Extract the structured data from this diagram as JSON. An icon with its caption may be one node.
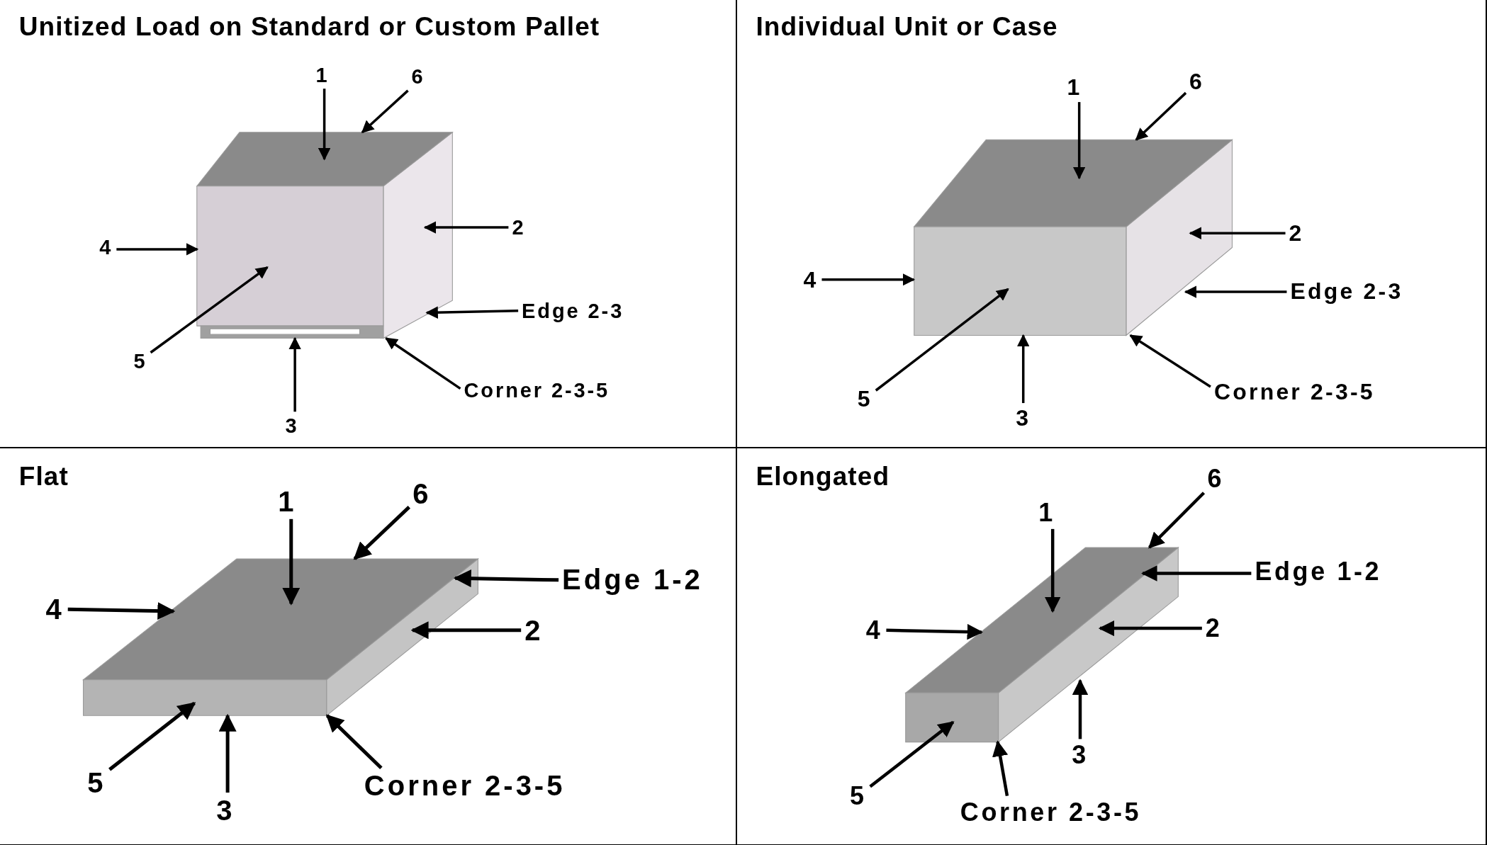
{
  "diagram": {
    "nodes": [
      {
        "text": [
          "Unitized Load on Standard or Custom Pallet"
        ]
      },
      {
        "text": [],
        "shape": "box",
        "in": 0
      },
      {
        "text": [
          "1"
        ],
        "in": 0
      },
      {
        "text": [
          "6"
        ],
        "in": 0
      },
      {
        "text": [
          "4"
        ],
        "in": 0
      },
      {
        "text": [
          "2"
        ],
        "in": 0
      },
      {
        "text": [
          "Edge 2-3"
        ],
        "in": 0
      },
      {
        "text": [
          "5"
        ],
        "in": 0
      },
      {
        "text": [
          "Corner 2-3-5"
        ],
        "in": 0
      },
      {
        "text": [
          "3"
        ],
        "in": 0
      },
      {
        "text": [
          "Individual Unit or Case"
        ]
      },
      {
        "text": [],
        "shape": "box",
        "in": 10
      },
      {
        "text": [
          "1"
        ],
        "in": 10
      },
      {
        "text": [
          "6"
        ],
        "in": 10
      },
      {
        "text": [
          "2"
        ],
        "in": 10
      },
      {
        "text": [
          "4"
        ],
        "in": 10
      },
      {
        "text": [
          "Edge 2-3"
        ],
        "in": 10
      },
      {
        "text": [
          "5"
        ],
        "in": 10
      },
      {
        "text": [
          "Corner 2-3-5"
        ],
        "in": 10
      },
      {
        "text": [
          "3"
        ],
        "in": 10
      },
      {
        "text": [
          "Flat"
        ]
      },
      {
        "text": [],
        "shape": "box",
        "in": 20
      },
      {
        "text": [
          "1"
        ],
        "in": 20
      },
      {
        "text": [
          "6"
        ],
        "in": 20
      },
      {
        "text": [
          "4"
        ],
        "in": 20
      },
      {
        "text": [
          "Edge 1-2"
        ],
        "in": 20
      },
      {
        "text": [
          "2"
        ],
        "in": 20
      },
      {
        "text": [
          "5"
        ],
        "in": 20
      },
      {
        "text": [
          "Corner 2-3-5"
        ],
        "in": 20
      },
      {
        "text": [
          "3"
        ],
        "in": 20
      },
      {
        "text": [
          "Elongated"
        ]
      },
      {
        "text": [],
        "shape": "box",
        "in": 30
      },
      {
        "text": [
          "6"
        ],
        "in": 30
      },
      {
        "text": [
          "1"
        ],
        "in": 30
      },
      {
        "text": [
          "Edge 1-2"
        ],
        "in": 30
      },
      {
        "text": [
          "4"
        ],
        "in": 30
      },
      {
        "text": [
          "2"
        ],
        "in": 30
      },
      {
        "text": [
          "3"
        ],
        "in": 30
      },
      {
        "text": [
          "5"
        ],
        "in": 30
      },
      {
        "text": [
          "Corner 2-3-5"
        ],
        "in": 30
      }
    ],
    "edges": [
      {
        "from": 2,
        "to": 1,
        "arrow": "to"
      },
      {
        "from": 3,
        "to": 1,
        "arrow": "to"
      },
      {
        "from": 4,
        "to": 1,
        "arrow": "to"
      },
      {
        "from": 5,
        "to": 1,
        "arrow": "to"
      },
      {
        "from": 6,
        "to": 1,
        "arrow": "to"
      },
      {
        "from": 7,
        "to": 1,
        "arrow": "to"
      },
      {
        "from": 8,
        "to": 1,
        "arrow": "to"
      },
      {
        "from": 9,
        "to": 1,
        "arrow": "to"
      },
      {
        "from": 12,
        "to": 11,
        "arrow": "to"
      },
      {
        "from": 13,
        "to": 11,
        "arrow": "to"
      },
      {
        "from": 14,
        "to": 11,
        "arrow": "to"
      },
      {
        "from": 15,
        "to": 11,
        "arrow": "to"
      },
      {
        "from": 16,
        "to": 11,
        "arrow": "to"
      },
      {
        "from": 17,
        "to": 11,
        "arrow": "to"
      },
      {
        "from": 18,
        "to": 11,
        "arrow": "to"
      },
      {
        "from": 19,
        "to": 11,
        "arrow": "to"
      },
      {
        "from": 22,
        "to": 21,
        "arrow": "to"
      },
      {
        "from": 23,
        "to": 21,
        "arrow": "to"
      },
      {
        "from": 24,
        "to": 21,
        "arrow": "to"
      },
      {
        "from": 25,
        "to": 21,
        "arrow": "to"
      },
      {
        "from": 26,
        "to": 21,
        "arrow": "to"
      },
      {
        "from": 27,
        "to": 21,
        "arrow": "to"
      },
      {
        "from": 28,
        "to": 21,
        "arrow": "to"
      },
      {
        "from": 29,
        "to": 21,
        "arrow": "to"
      },
      {
        "from": 32,
        "to": 31,
        "arrow": "to"
      },
      {
        "from": 33,
        "to": 31,
        "arrow": "to"
      },
      {
        "from": 34,
        "to": 31,
        "arrow": "to"
      },
      {
        "from": 35,
        "to": 31,
        "arrow": "to"
      },
      {
        "from": 36,
        "to": 31,
        "arrow": "to"
      },
      {
        "from": 37,
        "to": 31,
        "arrow": "to"
      },
      {
        "from": 38,
        "to": 31,
        "arrow": "to"
      },
      {
        "from": 39,
        "to": 31,
        "arrow": "to"
      }
    ]
  }
}
